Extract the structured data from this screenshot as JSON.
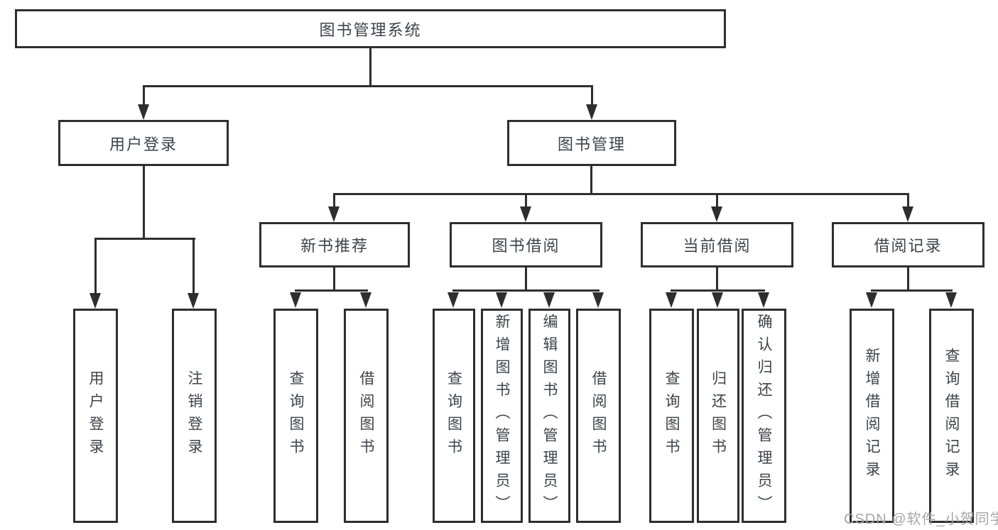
{
  "diagram": {
    "type": "hierarchy-diagram",
    "colors": {
      "background": "#ffffff",
      "line": "#2e2e30",
      "box_border": "#2e2e30",
      "text": "#3c434a",
      "watermark": "#a6a6a6"
    },
    "watermark": "CSDN @软件_小贺同学",
    "nodes": {
      "root": {
        "label": "图书管理系统"
      },
      "user_login": {
        "label": "用户登录"
      },
      "book_mgmt": {
        "label": "图书管理"
      },
      "new_book_rec": {
        "label": "新书推荐"
      },
      "book_borrow": {
        "label": "图书借阅"
      },
      "current_borrow": {
        "label": "当前借阅"
      },
      "borrow_record": {
        "label": "借阅记录"
      },
      "leaf_user_login": {
        "label": "用户登录"
      },
      "leaf_logout": {
        "label": "注销登录"
      },
      "leaf_nbr_query_book": {
        "label": "查询图书"
      },
      "leaf_nbr_borrow_book": {
        "label": "借阅图书"
      },
      "leaf_bb_query_book": {
        "label": "查询图书"
      },
      "leaf_bb_add_book": {
        "label": "新增图书（管理员）"
      },
      "leaf_bb_edit_book": {
        "label": "编辑图书（管理员）"
      },
      "leaf_bb_borrow_book": {
        "label": "借阅图书"
      },
      "leaf_cb_query_book": {
        "label": "查询图书"
      },
      "leaf_cb_return_book": {
        "label": "归还图书"
      },
      "leaf_cb_confirm_return": {
        "label": "确认归还（管理员）"
      },
      "leaf_br_add_record": {
        "label": "新增借阅记录"
      },
      "leaf_br_query_record": {
        "label": "查询借阅记录"
      }
    },
    "hierarchy": {
      "图书管理系统": {
        "用户登录": [
          "用户登录",
          "注销登录"
        ],
        "图书管理": {
          "新书推荐": [
            "查询图书",
            "借阅图书"
          ],
          "图书借阅": [
            "查询图书",
            "新增图书（管理员）",
            "编辑图书（管理员）",
            "借阅图书"
          ],
          "当前借阅": [
            "查询图书",
            "归还图书",
            "确认归还（管理员）"
          ],
          "借阅记录": [
            "新增借阅记录",
            "查询借阅记录"
          ]
        }
      }
    }
  }
}
